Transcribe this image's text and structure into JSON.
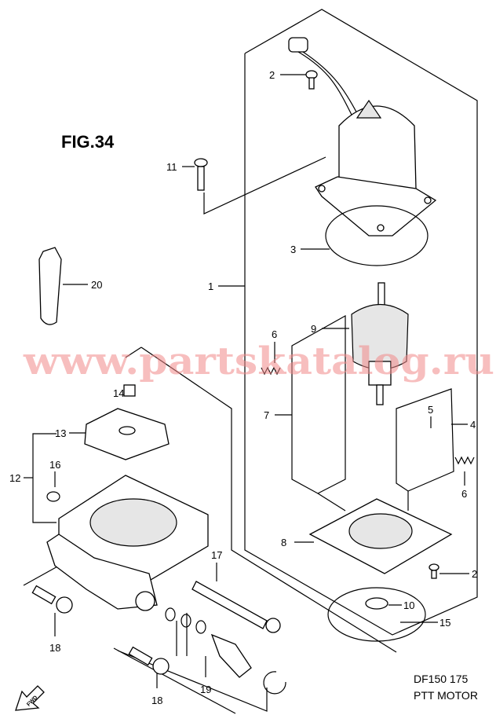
{
  "figure": {
    "title": "FIG.34",
    "model": "DF150 175",
    "name": "PTT MOTOR"
  },
  "watermark": "www.partskatalog.ru",
  "fwd_label": "FWD",
  "callouts": [
    "2",
    "11",
    "3",
    "20",
    "1",
    "9",
    "6",
    "14",
    "7",
    "5",
    "4",
    "13",
    "16",
    "12",
    "6",
    "8",
    "2",
    "17",
    "10",
    "15",
    "18",
    "19",
    "18"
  ],
  "colors": {
    "line": "#000000",
    "watermark": "#f28a8a"
  }
}
